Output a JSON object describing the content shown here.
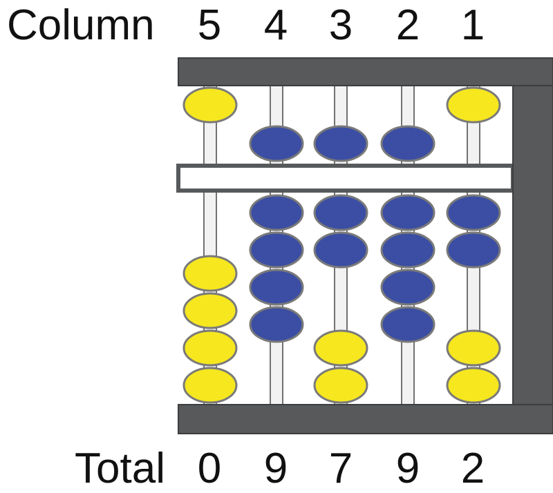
{
  "header": {
    "label": "Column"
  },
  "footer": {
    "label": "Total"
  },
  "columns": [
    {
      "number": "5",
      "total": "0",
      "upper_active": false,
      "lower_active": 0
    },
    {
      "number": "4",
      "total": "9",
      "upper_active": true,
      "lower_active": 4
    },
    {
      "number": "3",
      "total": "7",
      "upper_active": true,
      "lower_active": 2
    },
    {
      "number": "2",
      "total": "9",
      "upper_active": true,
      "lower_active": 4
    },
    {
      "number": "1",
      "total": "2",
      "upper_active": false,
      "lower_active": 2
    }
  ],
  "colors": {
    "frame": "#58595b",
    "frame_stroke": "#3c3d3f",
    "bead_active": "#3b4ea3",
    "bead_inactive": "#f6e71f",
    "bead_stroke": "#7a7a7a",
    "rod": "#f2f2f2",
    "rod_stroke": "#444444",
    "beam": "#ffffff"
  }
}
